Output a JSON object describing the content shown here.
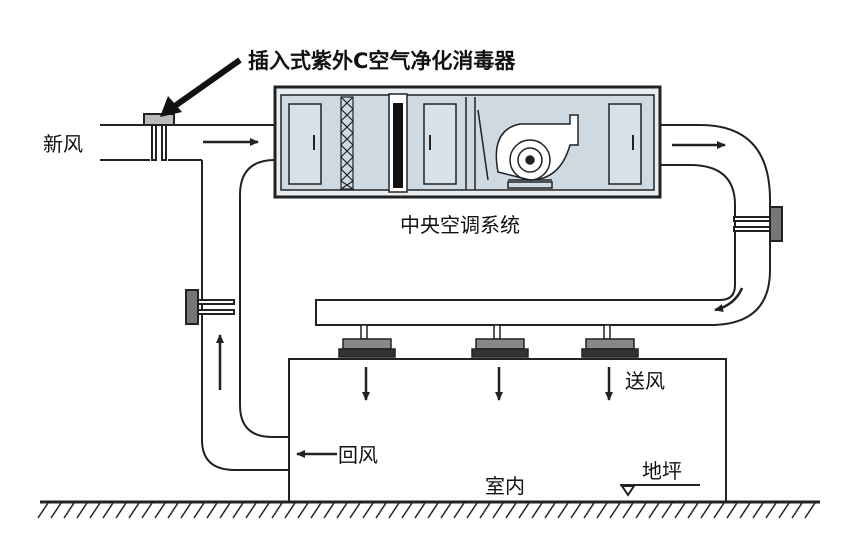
{
  "labels": {
    "purifier": "插入式紫外C空气净化消毒器",
    "fresh_air": "新风",
    "central_ac": "中央空调系统",
    "supply_air": "送风",
    "return_air": "回风",
    "indoor": "室内",
    "floor": "地坪"
  },
  "colors": {
    "ahu_fill": "#cfd9e2",
    "ahu_border": "#222222",
    "line": "#222222",
    "background": "#ffffff"
  }
}
